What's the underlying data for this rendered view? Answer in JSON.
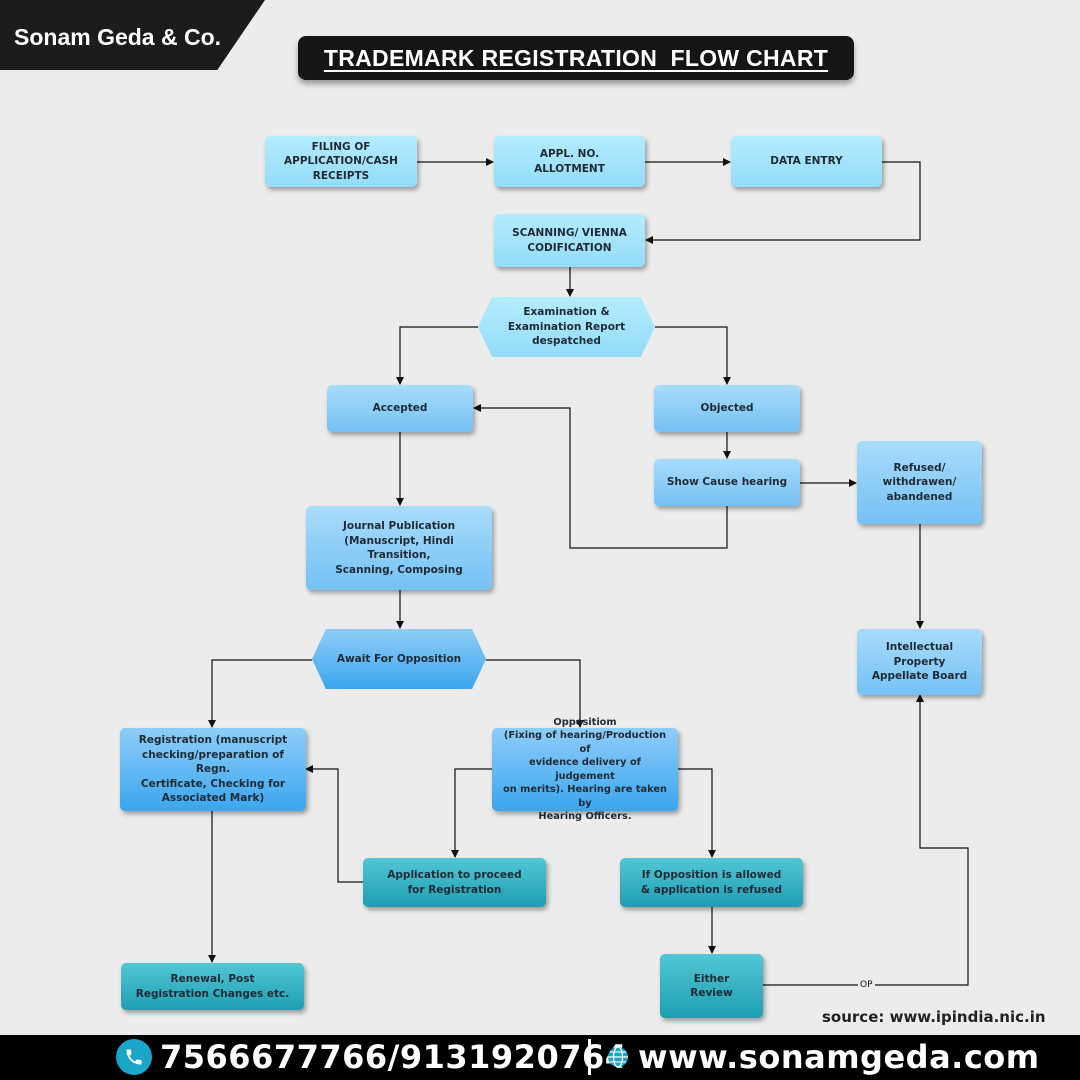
{
  "brand": "Sonam Geda & Co.",
  "title": "TRADEMARK REGISTRATION  FLOW CHART",
  "nodes": {
    "filing": "FILING OF\nAPPLICATION/CASH\nRECEIPTS",
    "appl_no": "APPL. NO.\nALLOTMENT",
    "data_entry": "DATA ENTRY",
    "scanning": "SCANNING/ VIENNA\nCODIFICATION",
    "examination": "Examination &\nExamination Report\ndespatched",
    "accepted": "Accepted",
    "objected": "Objected",
    "show_cause": "Show Cause hearing",
    "refused": "Refused/\nwithdrawen/\nabandened",
    "journal": "Journal Publication\n(Manuscript, Hindi Transition,\nScanning, Composing",
    "await": "Await For Opposition",
    "ipab": "Intellectual\nProperty\nAppellate Board",
    "registration": "Registration (manuscript\nchecking/preparation of Regn.\nCertificate, Checking for\nAssociated Mark)",
    "opposition": "Oppositiom\n(Fixing of hearing/Production of\nevidence delivery of judgement\non merits). Hearing are taken by\nHearing Officers.",
    "proceed": "Application to proceed\nfor Registration",
    "opp_allowed": "If Opposition is allowed\n& application is refused",
    "renewal": "Renewal, Post\nRegistration Changes etc.",
    "review": "Either\nReview"
  },
  "edge_label_op": "OP",
  "source": "source: www.ipindia.nic.in",
  "footer": {
    "phone": "7566677766/9131920764",
    "website": "www.sonamgeda.com"
  },
  "colors": {
    "light_box": "#a3e4fb",
    "mid_box": "#8fd0f7",
    "blue_box": "#3aa6ee",
    "teal_box": "#1f9eb2",
    "background": "#ececec",
    "footer": "#000000"
  }
}
